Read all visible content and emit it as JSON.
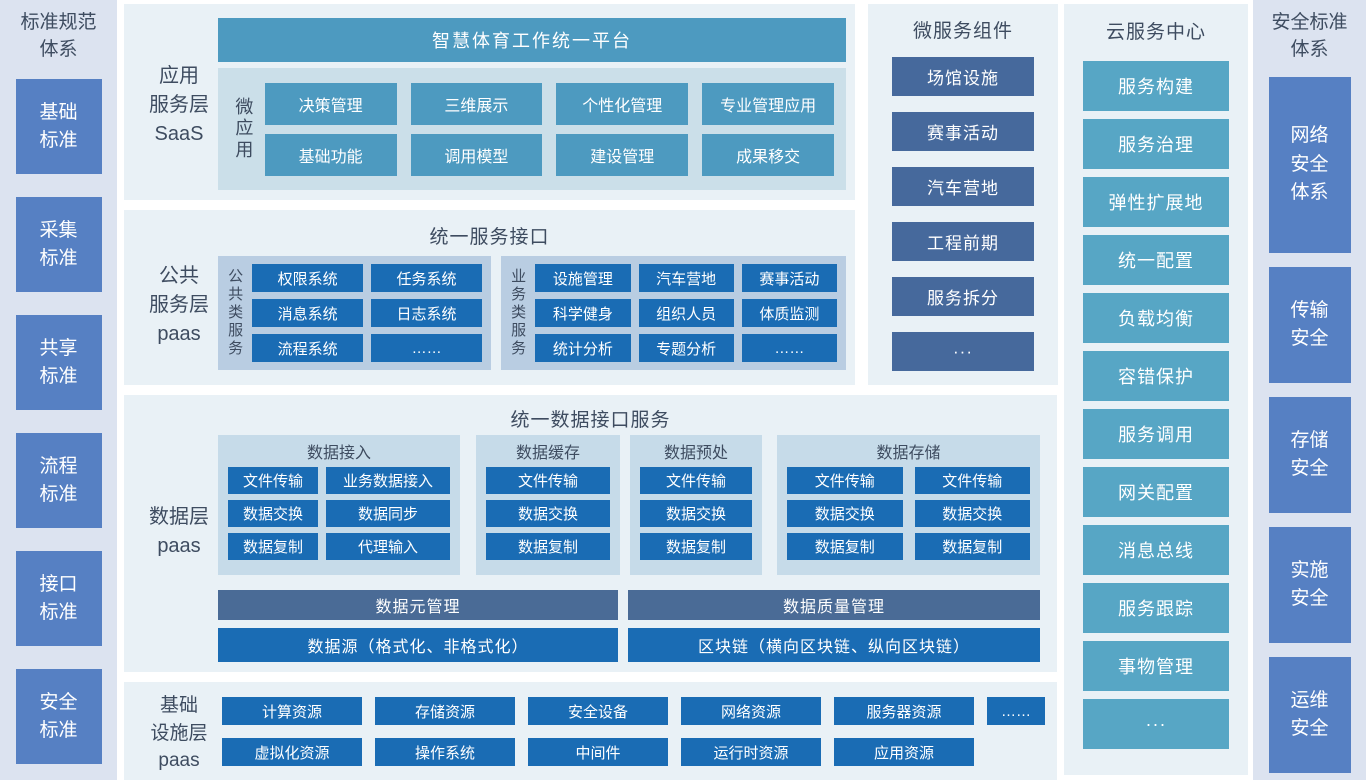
{
  "colors": {
    "column_bg": "#dce3f0",
    "column_block": "#5680c3",
    "section_bg": "#e9f1f6",
    "teal": "#4d9ac0",
    "saas_panel_bg": "#cbdfe9",
    "public_panel_bg": "#b9cde2",
    "data_panel_bg": "#c6dbe9",
    "dark_blue": "#1a6cb4",
    "slate_blue": "#46699c",
    "manage_bar": "#4a6b96",
    "cloud_teal": "#57a6c5",
    "heading_text": "#3e4c60"
  },
  "standards_column": {
    "title": "标准规范体系",
    "items": [
      "基础标准",
      "采集标准",
      "共享标准",
      "流程标准",
      "接口标准",
      "安全标准"
    ]
  },
  "saas_section": {
    "label": "应用\n服务层\nSaaS",
    "header": "智慧体育工作统一平台",
    "group_label": "微应用",
    "buttons": [
      "决策管理",
      "三维展示",
      "个性化管理",
      "专业管理应用",
      "基础功能",
      "调用模型",
      "建设管理",
      "成果移交"
    ]
  },
  "public_section": {
    "label": "公共\n服务层\npaas",
    "title": "统一服务接口",
    "groups": [
      {
        "label": "公共类服务",
        "items": [
          "权限系统",
          "任务系统",
          "消息系统",
          "日志系统",
          "流程系统",
          "……"
        ]
      },
      {
        "label": "业务类服务",
        "items": [
          "设施管理",
          "汽车营地",
          "赛事活动",
          "科学健身",
          "组织人员",
          "体质监测",
          "统计分析",
          "专题分析",
          "……"
        ]
      }
    ]
  },
  "data_section": {
    "label": "数据层\npaas",
    "title": "统一数据接口服务",
    "groups": [
      {
        "title": "数据接入",
        "items": [
          "文件传输",
          "业务数据接入",
          "数据交换",
          "数据同步",
          "数据复制",
          "代理输入"
        ]
      },
      {
        "title": "数据缓存",
        "items": [
          "文件传输",
          "数据交换",
          "数据复制"
        ]
      },
      {
        "title": "数据预处",
        "items": [
          "文件传输",
          "数据交换",
          "数据复制"
        ]
      },
      {
        "title": "数据存储",
        "items": [
          "文件传输",
          "文件传输",
          "数据交换",
          "数据交换",
          "数据复制",
          "数据复制"
        ]
      }
    ],
    "manage_bars": [
      "数据元管理",
      "数据质量管理"
    ],
    "source_bars": [
      "数据源（格式化、非格式化）",
      "区块链（横向区块链、纵向区块链）"
    ]
  },
  "infra_section": {
    "label": "基础\n设施层\npaas",
    "items": [
      "计算资源",
      "存储资源",
      "安全设备",
      "网络资源",
      "服务器资源",
      "虚拟化资源",
      "操作系统",
      "中间件",
      "运行时资源",
      "应用资源"
    ],
    "more": "……"
  },
  "microservices_panel": {
    "title": "微服务组件",
    "items": [
      "场馆设施",
      "赛事活动",
      "汽车营地",
      "工程前期",
      "服务拆分",
      "···"
    ]
  },
  "cloud_panel": {
    "title": "云服务中心",
    "items": [
      "服务构建",
      "服务治理",
      "弹性扩展地",
      "统一配置",
      "负载均衡",
      "容错保护",
      "服务调用",
      "网关配置",
      "消息总线",
      "服务跟踪",
      "事物管理",
      "···"
    ]
  },
  "security_column": {
    "title": "安全标准体系",
    "items": [
      "网络安全体系",
      "传输安全",
      "存储安全",
      "实施安全",
      "运维安全"
    ]
  }
}
